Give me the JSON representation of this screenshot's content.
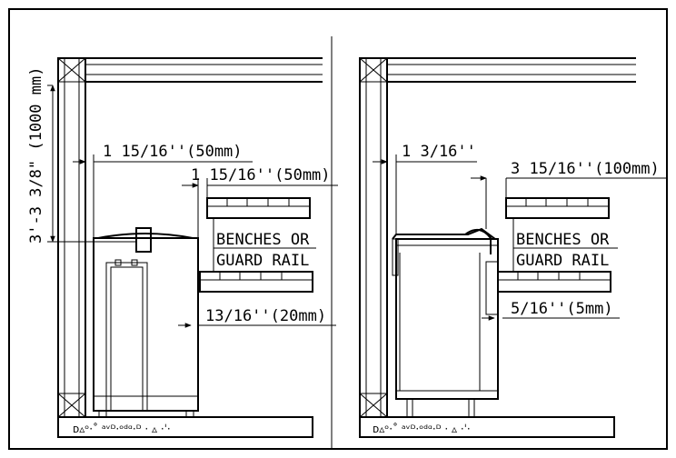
{
  "left": {
    "height_label": "3'-3 3/8\" (1000 mm)",
    "wall_gap_label": "1 15/16''(50mm)",
    "bench_gap_label": "1 15/16''(50mm)",
    "benches_line1": "BENCHES OR",
    "benches_line2": "GUARD RAIL",
    "bottom_gap_label": "13/16''(20mm)"
  },
  "right": {
    "wall_gap_label": "1 3/16''",
    "bench_gap_label": "3 15/16''(100mm)",
    "benches_line1": "BENCHES OR",
    "benches_line2": "GUARD RAIL",
    "bottom_gap_label": "5/16''(5mm)"
  }
}
